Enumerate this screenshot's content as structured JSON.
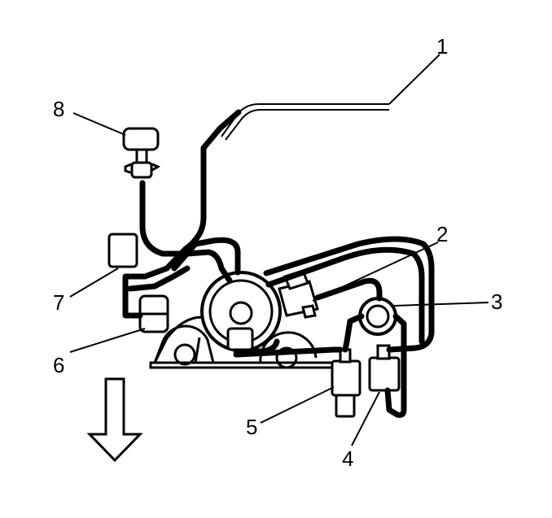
{
  "diagram": {
    "callouts": [
      {
        "id": "1",
        "label": "1"
      },
      {
        "id": "2",
        "label": "2"
      },
      {
        "id": "3",
        "label": "3"
      },
      {
        "id": "4",
        "label": "4"
      },
      {
        "id": "5",
        "label": "5"
      },
      {
        "id": "6",
        "label": "6"
      },
      {
        "id": "7",
        "label": "7"
      },
      {
        "id": "8",
        "label": "8"
      }
    ],
    "icons": {
      "direction_arrow": "down-arrow-icon"
    },
    "colors": {
      "line": "#000000",
      "background": "#ffffff"
    }
  }
}
